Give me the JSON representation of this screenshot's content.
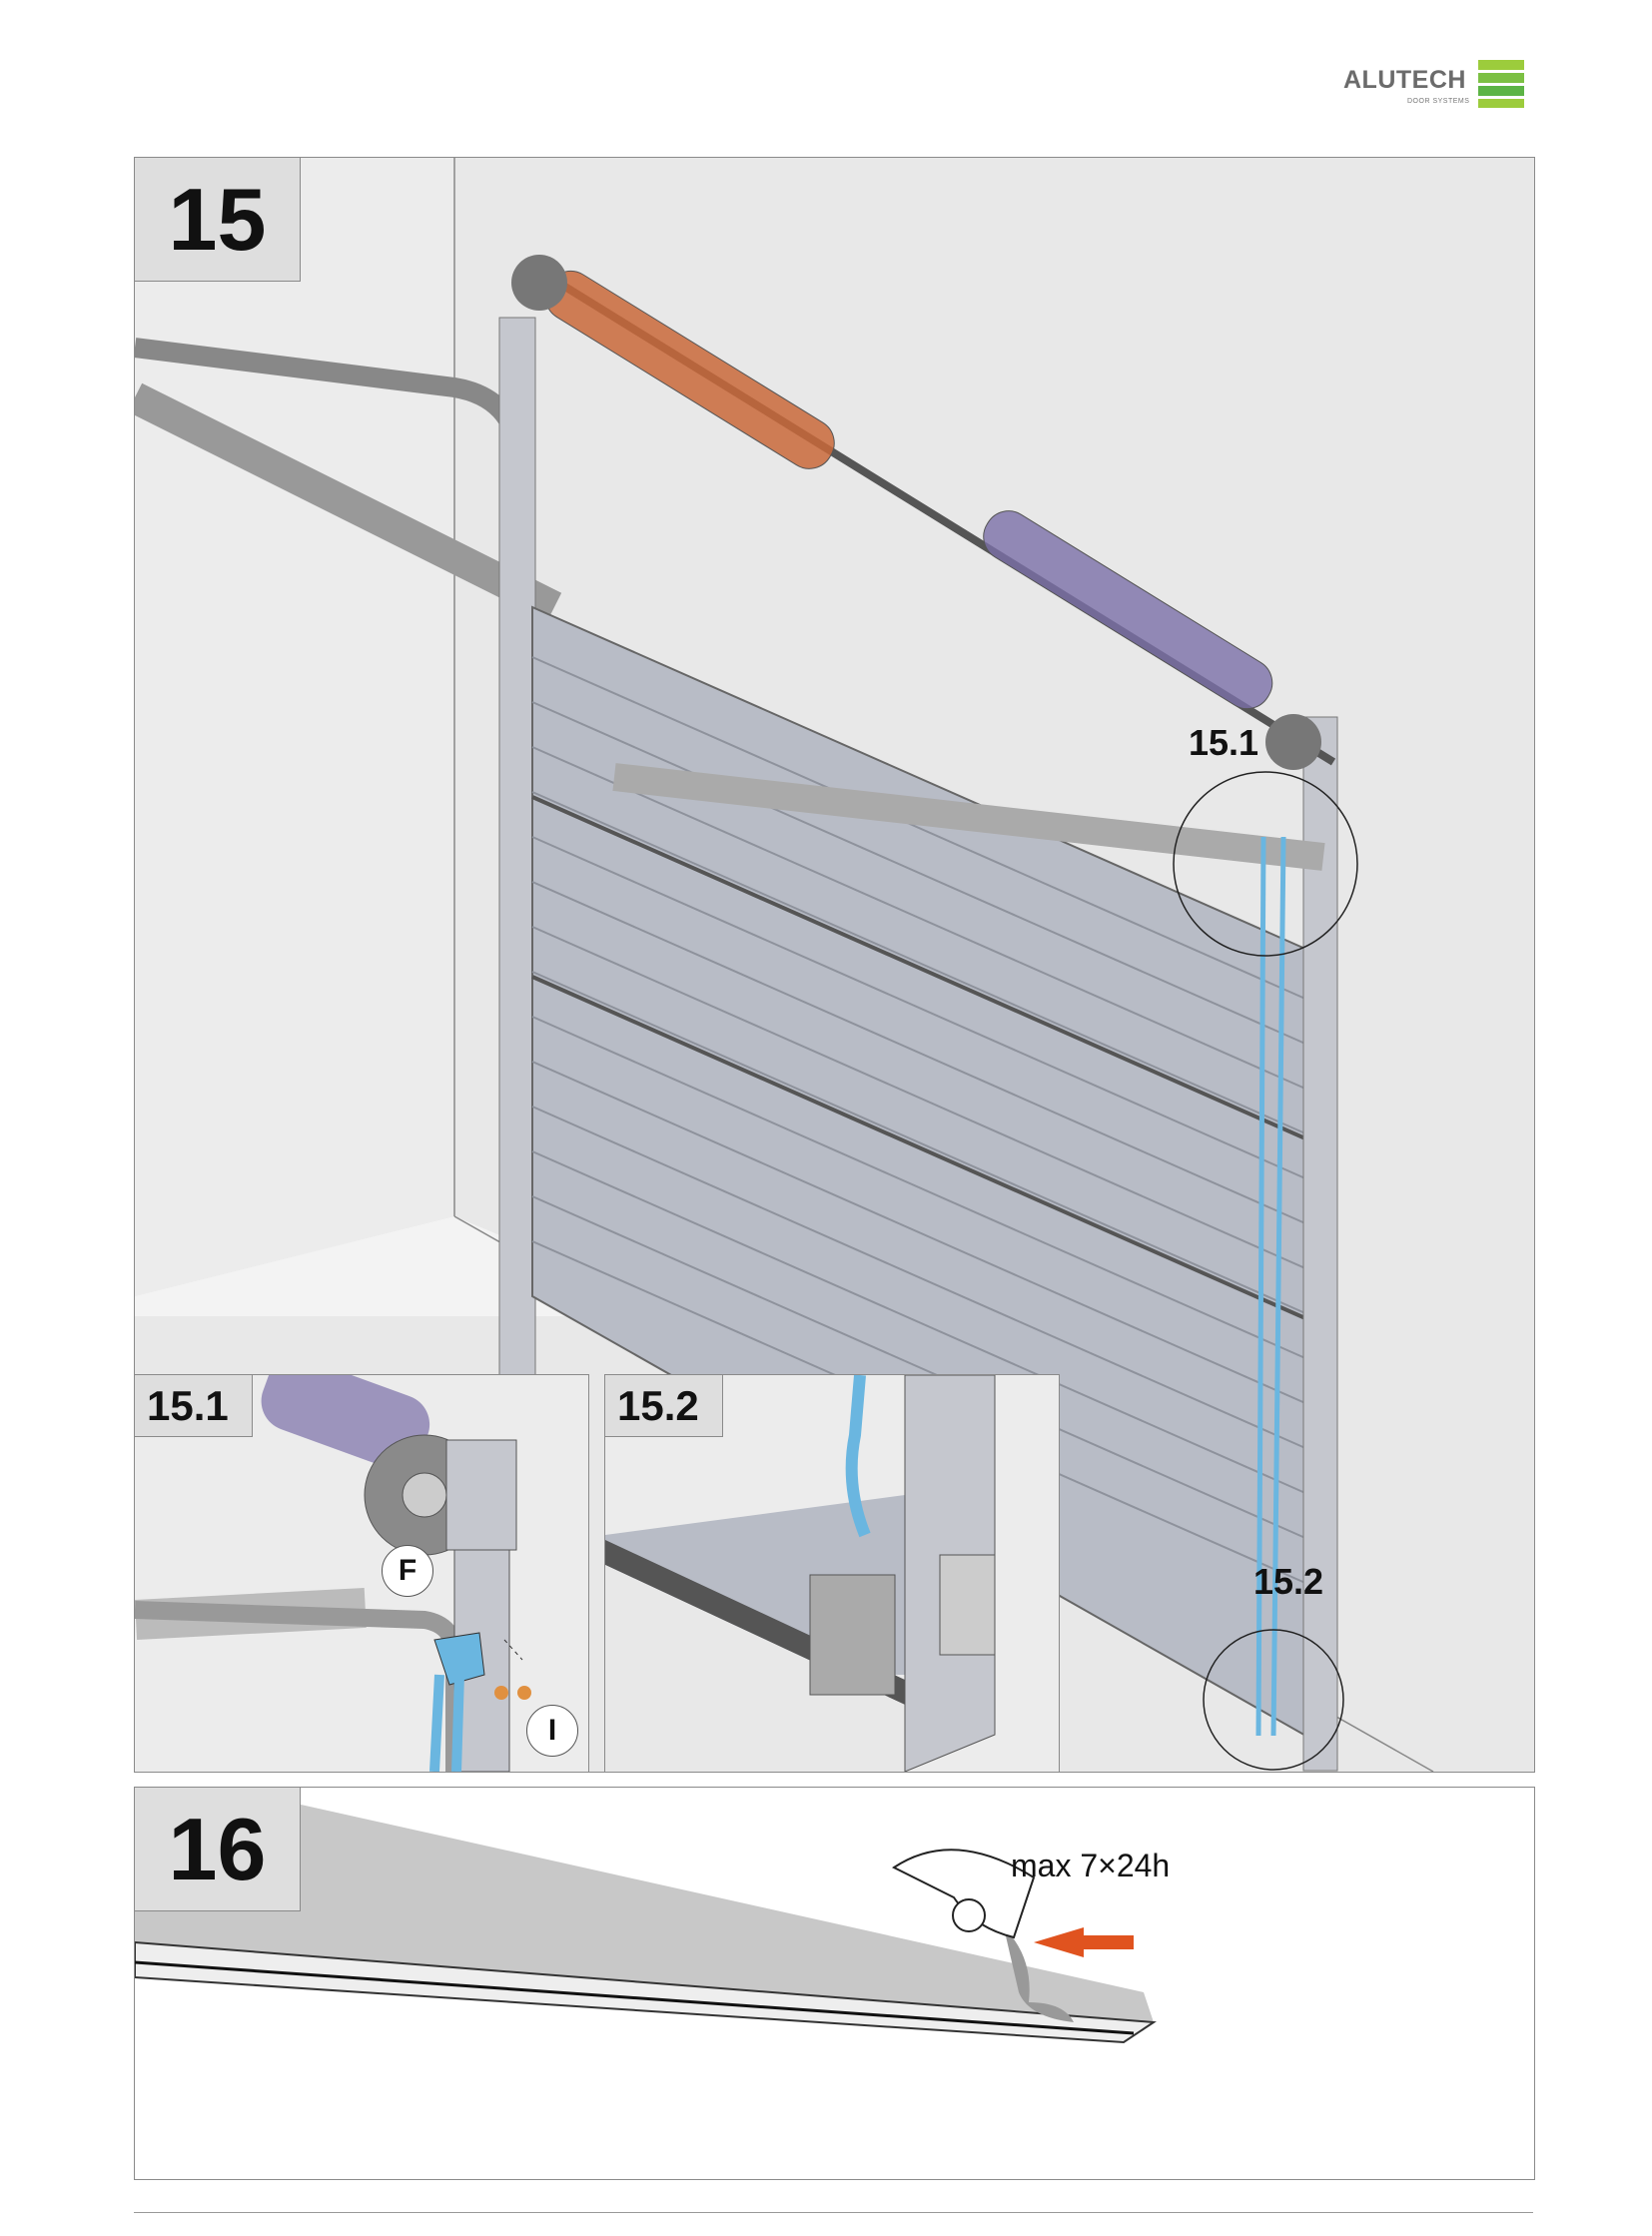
{
  "header": {
    "brand": "ALUTECH",
    "brand_sub": "DOOR SYSTEMS",
    "colors": {
      "brand_green_light": "#9ccc3c",
      "brand_green_dark": "#4aa84a",
      "brand_text": "#6b6b6b"
    }
  },
  "step15": {
    "number": "15",
    "callouts": {
      "detail1": "15.1",
      "detail2": "15.2"
    },
    "colors": {
      "spring_orange": "#c9683a",
      "spring_purple": "#7a6fa8",
      "cable_blue": "#6ab6e0",
      "panel_grey": "#b8bcc6"
    }
  },
  "detail151": {
    "label": "15.1",
    "part_letters": [
      "F",
      "I"
    ]
  },
  "detail152": {
    "label": "15.2"
  },
  "step16": {
    "number": "16",
    "note": "max 7×24h",
    "colors": {
      "arrow": "#e0531f",
      "panel": "#c8c8c8"
    }
  }
}
